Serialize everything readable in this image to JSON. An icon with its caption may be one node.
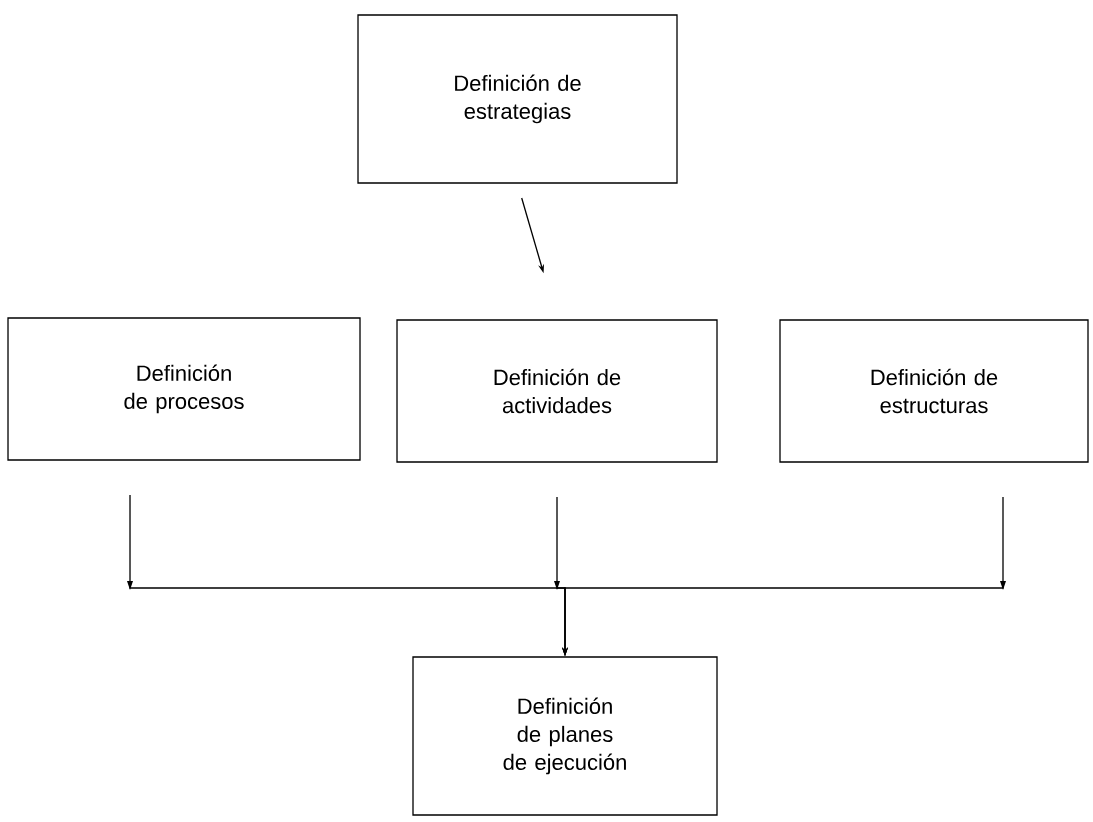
{
  "diagram": {
    "nodes": [
      {
        "text": [
          "Definición de estrategias"
        ]
      },
      {
        "text": [
          "Definición de procesos"
        ]
      },
      {
        "text": [
          "Definición de actividades"
        ]
      },
      {
        "text": [
          "Definición de estructuras"
        ]
      },
      {
        "text": [
          "Definición de planes de ejecución"
        ]
      }
    ],
    "edges": [
      {
        "from": 0,
        "to": 2,
        "arrow": "to"
      },
      {
        "from": 1,
        "to": 4,
        "arrow": "to"
      },
      {
        "from": 2,
        "to": 4,
        "arrow": "to"
      },
      {
        "from": 3,
        "to": 4,
        "arrow": "to"
      }
    ]
  }
}
